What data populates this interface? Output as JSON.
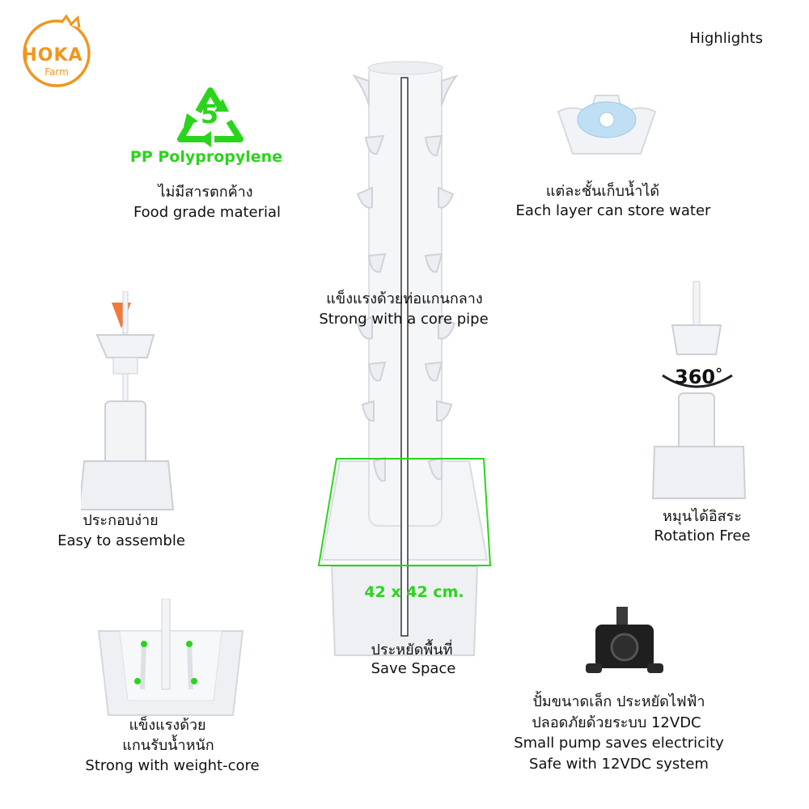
{
  "brand": {
    "logo_name": "HOKA",
    "logo_sub": "Farm"
  },
  "header": {
    "highlights": "Highlights"
  },
  "features": {
    "recycle": {
      "number": "5",
      "material": "PP Polypropylene",
      "thai": "ไม่มีสารตกค้าง",
      "en": "Food grade material"
    },
    "layer": {
      "thai": "แต่ละชั้นเก็บน้ำได้",
      "en": "Each layer can store water"
    },
    "core": {
      "thai": "แข็งแรงด้วยท่อแกนกลาง",
      "en": "Strong with a core pipe"
    },
    "assemble": {
      "thai": "ประกอบง่าย",
      "en": "Easy to assemble"
    },
    "rotation": {
      "badge": "360",
      "degree": "°",
      "thai": "หมุนได้อิสระ",
      "en": "Rotation Free"
    },
    "space": {
      "size": "42 x 42 cm.",
      "thai": "ประหยัดพื้นที่",
      "en": "Save Space"
    },
    "weight": {
      "thai_1": "แข็งแรงด้วย",
      "thai_2": "แกนรับน้ำหนัก",
      "en": "Strong with weight-core"
    },
    "pump": {
      "thai_1": "ปั้มขนาดเล็ก ประหยัดไฟฟ้า",
      "thai_2": "ปลอดภัยด้วยระบบ 12VDC",
      "en_1": "Small pump saves electricity",
      "en_2": "Safe with 12VDC system"
    }
  },
  "colors": {
    "brand_orange": "#f0961e",
    "accent_green": "#2bd41c",
    "arrow_orange": "#f07a3a"
  }
}
